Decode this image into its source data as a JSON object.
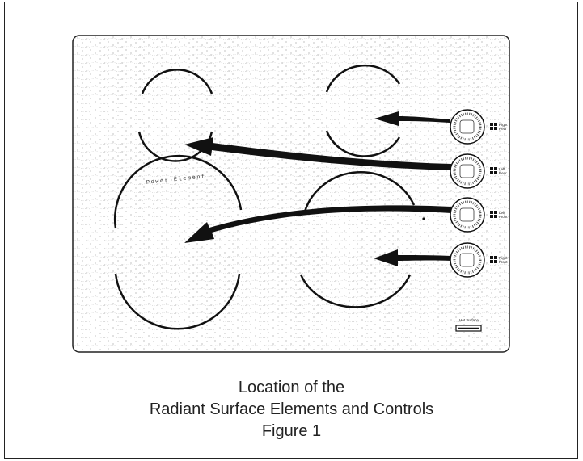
{
  "figure": {
    "caption_line1": "Location of the",
    "caption_line2": "Radiant Surface Elements and Controls",
    "caption_line3": "Figure 1"
  },
  "cooktop": {
    "element_label": "Power Element",
    "controls": [
      {
        "label_line1": "Right",
        "label_line2": "Rear"
      },
      {
        "label_line1": "Left",
        "label_line2": "Rear"
      },
      {
        "label_line1": "Left",
        "label_line2": "Front"
      },
      {
        "label_line1": "Right",
        "label_line2": "Front"
      }
    ],
    "hot_surface_label": "Hot Surface"
  }
}
